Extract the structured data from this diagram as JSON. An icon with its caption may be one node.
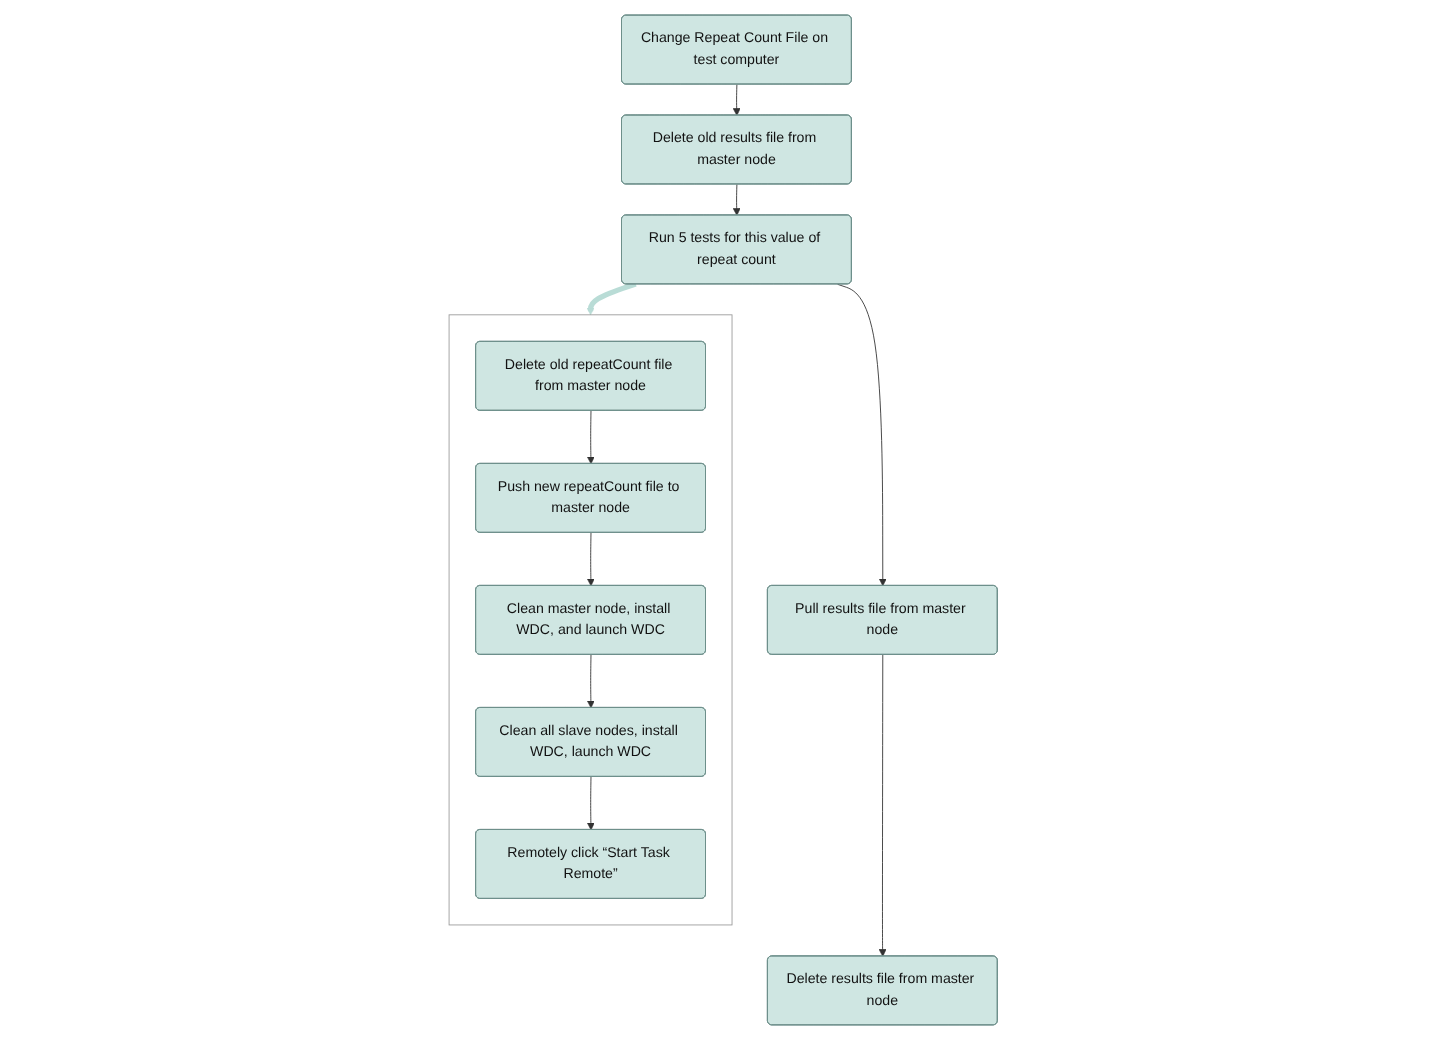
{
  "diagram": {
    "nodes": [
      {
        "text": [
          "Change Repeat Count File on test computer"
        ]
      },
      {
        "text": [
          "Delete old results file from master node"
        ]
      },
      {
        "text": [
          "Run 5 tests for this value of repeat count"
        ]
      },
      {
        "text": [
          "Pull results file from master node"
        ]
      },
      {
        "text": [
          "Delete results file from master node"
        ]
      },
      {
        "text": [],
        "shape": "bracket"
      },
      {
        "text": [
          "Delete old repeatCount file from master node"
        ],
        "in": 5
      },
      {
        "text": [
          "Push new repeatCount file to master node"
        ],
        "in": 5
      },
      {
        "text": [
          "Clean master node, install WDC, and launch WDC"
        ],
        "in": 5
      },
      {
        "text": [
          "Clean all slave nodes, install WDC, launch WDC"
        ],
        "in": 5
      },
      {
        "text": [
          "Remotely click “Start Task Remote”"
        ],
        "in": 5
      }
    ],
    "edges": [
      {
        "from": 0,
        "to": 1,
        "arrow": "to"
      },
      {
        "from": 1,
        "to": 2,
        "arrow": "to"
      },
      {
        "from": 2,
        "to": 3,
        "arrow": "to"
      },
      {
        "from": 3,
        "to": 4,
        "arrow": "to"
      },
      {
        "from": 2,
        "to": 5,
        "arrow": "to",
        "style": "thick",
        "color": "#b9dcd6"
      },
      {
        "from": 6,
        "to": 7,
        "arrow": "to"
      },
      {
        "from": 7,
        "to": 8,
        "arrow": "to"
      },
      {
        "from": 8,
        "to": 9,
        "arrow": "to"
      },
      {
        "from": 9,
        "to": 10,
        "arrow": "to"
      }
    ]
  }
}
